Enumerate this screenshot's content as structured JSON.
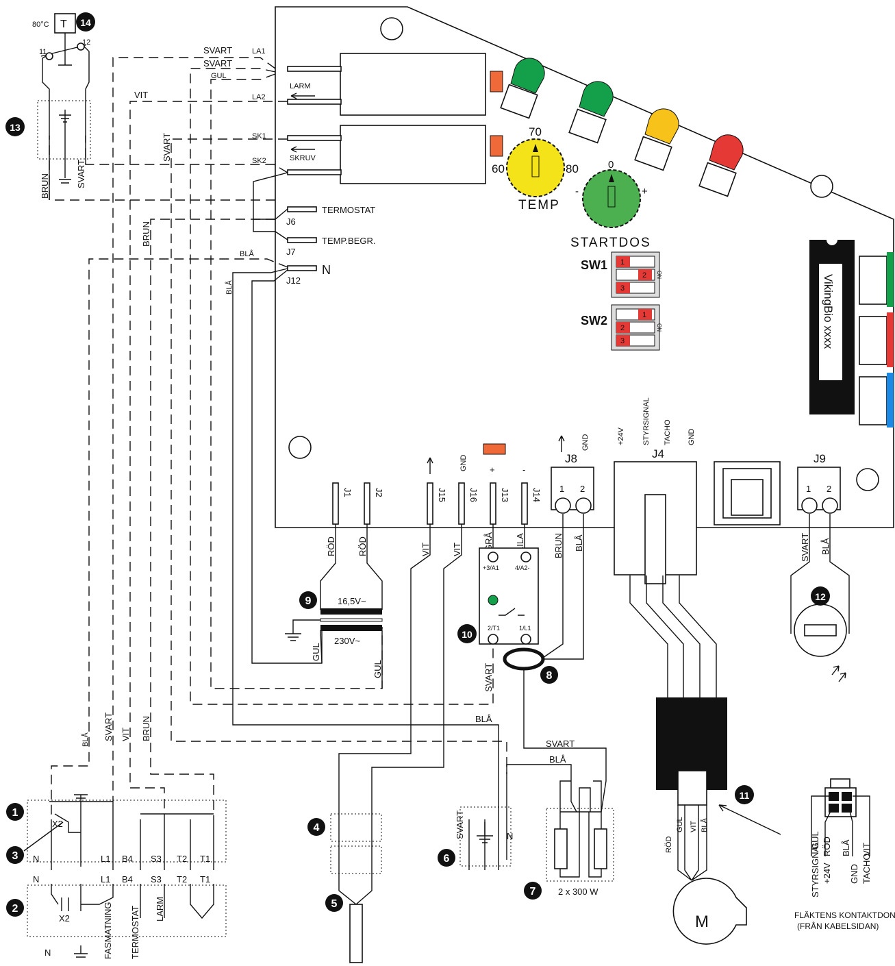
{
  "board": {
    "connectors_top": {
      "la1": "LA1",
      "la2": "LA2",
      "sk1": "SK1",
      "sk2": "SK2",
      "larm": "LARM",
      "skruv": "SKRUV",
      "termostat": "TERMOSTAT",
      "j6": "J6",
      "temp_begr": "TEMP.BEGR.",
      "j7": "J7",
      "n": "N",
      "j12": "J12"
    },
    "temp_knob": {
      "label": "TEMP",
      "t60": "60",
      "t70": "70",
      "t80": "80",
      "color": "#f5e31a"
    },
    "startdos_knob": {
      "label": "STARTDOS",
      "minus": "-",
      "plus": "+",
      "zero": "0",
      "color": "#4caf50"
    },
    "switches": {
      "sw1": "SW1",
      "sw2": "SW2",
      "on": "ON",
      "one": "1",
      "two": "2",
      "three": "3",
      "red": "#e53935"
    },
    "chip_label": "VikingBio xxxx",
    "leds": {
      "green": "#14a04a",
      "yellow": "#f7c21a",
      "red": "#e53935"
    },
    "accent_orange": "#ef6a38",
    "side_colors": {
      "green": "#14a04a",
      "red": "#e53935",
      "blue": "#1e88e5"
    },
    "bottom_connectors": {
      "j1": "J1",
      "j2": "J2",
      "j15": "J15",
      "j16": "J16",
      "j13": "J13",
      "j14": "J14",
      "gnd": "GND",
      "plus": "+",
      "minus": "-",
      "j8": "J8",
      "j8_gnd": "GND",
      "j8_1": "1",
      "j8_2": "2",
      "j4": "J4",
      "p24v": "+24V",
      "styrsignal": "STYRSIGNAL",
      "tacho": "TACHO",
      "j4_gnd": "GND",
      "j9": "J9",
      "j9_1": "1",
      "j9_2": "2"
    }
  },
  "wire_labels": {
    "svart": "SVART",
    "gul": "GUL",
    "vit": "VIT",
    "brun": "BRUN",
    "bla": "BLÅ",
    "rod": "RÖD",
    "gra": "GRÅ",
    "lila": "LILA"
  },
  "transformer": {
    "sec": "16,5V~",
    "pri": "230V~"
  },
  "relay": {
    "a1": "+3/A1",
    "a2": "4/A2-",
    "t1": "2/T1",
    "l1": "1/L1"
  },
  "thermostat": {
    "temp": "80°C",
    "t": "T",
    "c11": "11",
    "c12": "12"
  },
  "terminals": {
    "n": "N",
    "x2": "X2",
    "l1": "L1",
    "b4": "B4",
    "s3": "S3",
    "t2": "T2",
    "t1": "T1",
    "fasmatning": "FASMATNING",
    "termostat": "TERMOSTAT",
    "larm": "LARM"
  },
  "heater": {
    "power": "2 x 300 W"
  },
  "motor": {
    "m": "M",
    "rod": "RÖD",
    "gul": "GUL",
    "vit": "VIT",
    "bla": "BLÅ"
  },
  "fan_connector": {
    "pins": [
      "STYRSIGNAL",
      "GUL",
      "+24V",
      "RÖD",
      "GND",
      "BLÅ",
      "TACHO",
      "VIT"
    ],
    "caption1": "FLÄKTENS KONTAKTDON",
    "caption2": "(FRÅN KABELSIDAN)"
  },
  "numbers": [
    "1",
    "2",
    "3",
    "4",
    "5",
    "6",
    "7",
    "8",
    "9",
    "10",
    "11",
    "12",
    "13",
    "14"
  ]
}
